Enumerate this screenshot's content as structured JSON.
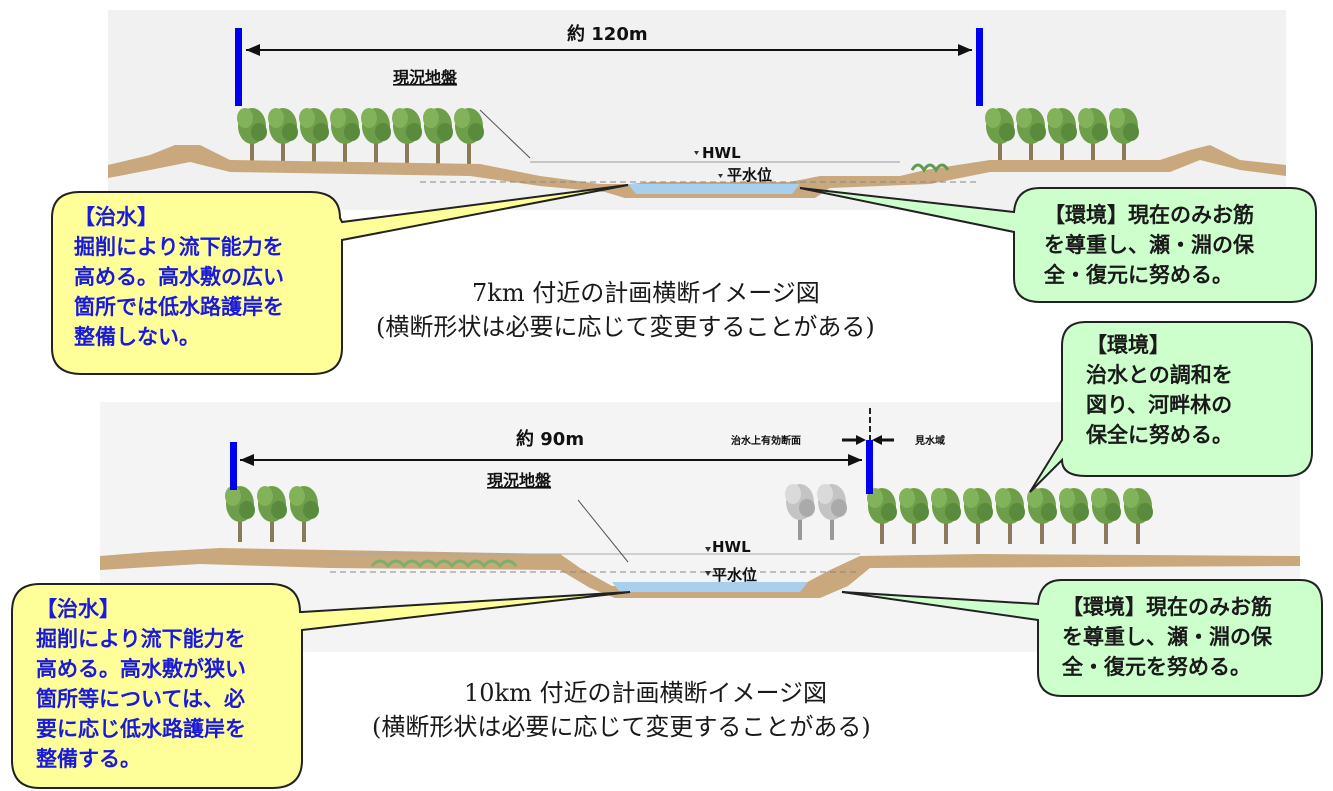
{
  "section1": {
    "width_label": "約 120m",
    "ground_label": "現況地盤",
    "hwl_label": "HWL",
    "normal_water_label": "平水位",
    "caption_title": "7km 付近の計画横断イメージ図",
    "caption_note": "(横断形状は必要に応じて変更することがある)",
    "left_bubble": [
      "【治水】",
      "掘削により流下能力を",
      "高める。高水敷の広い",
      "箇所では低水路護岸を",
      "整備しない。"
    ],
    "right_bubble": [
      "【環境】現在のみお筋",
      "を尊重し、瀬・淵の保",
      "全・復元に努める。"
    ]
  },
  "section2": {
    "width_label": "約 90m",
    "ground_label": "現況地盤",
    "hwl_label": "HWL",
    "normal_water_label": "平水位",
    "left_small_label": "治水上有効断面",
    "right_small_label": "見水域",
    "caption_title": "10km 付近の計画横断イメージ図",
    "caption_note": "(横断形状は必要に応じて変更することがある)",
    "top_right_bubble": [
      "【環境】",
      "治水との調和を",
      "図り、河畔林の",
      "保全に努める。"
    ],
    "left_bubble": [
      "【治水】",
      "掘削により流下能力を",
      "高める。高水敷が狭い",
      "箇所等については、必",
      "要に応じ低水路護岸を",
      "整備する。"
    ],
    "right_bubble": [
      "【環境】現在のみお筋",
      "を尊重し、瀬・淵の保",
      "全・復元を努める。"
    ]
  },
  "colors": {
    "yellow_bubble": "#ffff99",
    "green_bubble": "#ccffcc",
    "marker_blue": "#0000ee",
    "ground": "#c8a87c",
    "water": "#a9cfee",
    "tree": "#6e9e4a",
    "tree_grey": "#c0c0c0"
  }
}
